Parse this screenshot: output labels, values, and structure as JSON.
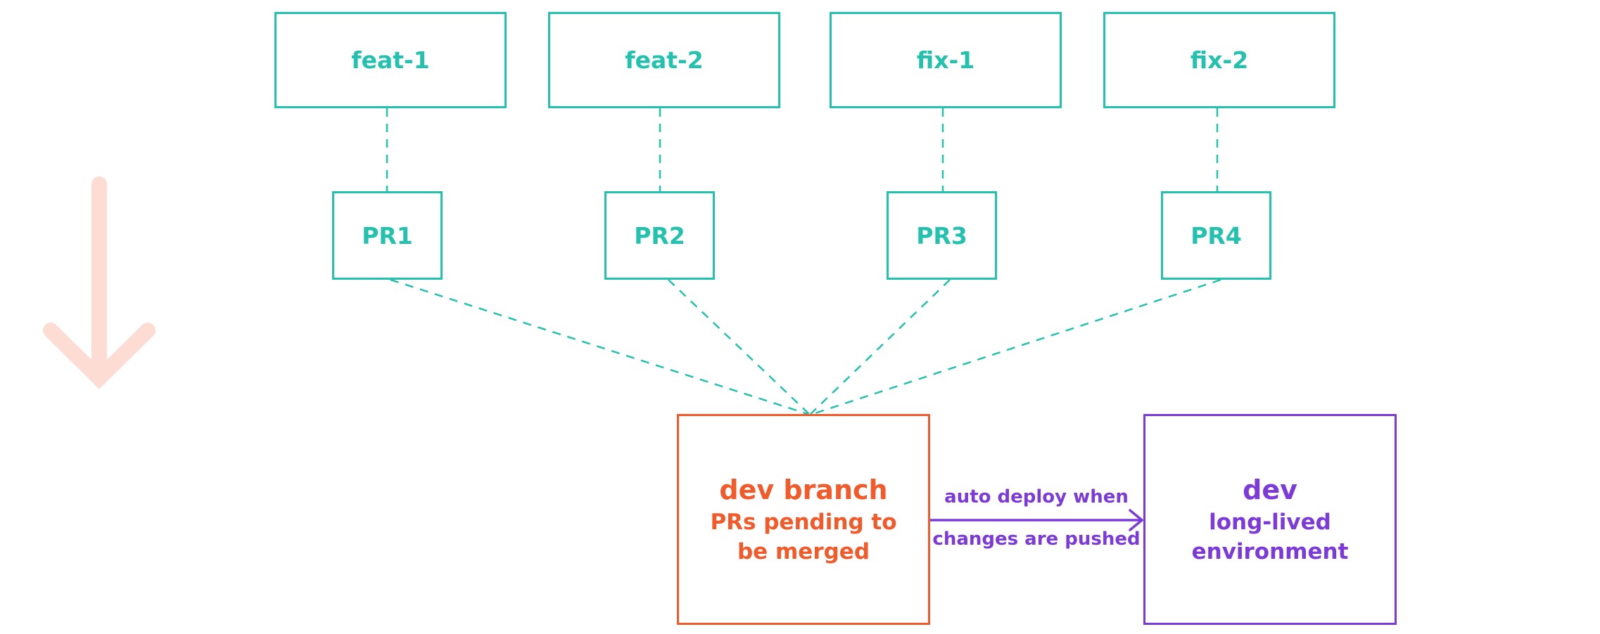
{
  "branches": [
    {
      "label": "feat-1"
    },
    {
      "label": "feat-2"
    },
    {
      "label": "fix-1"
    },
    {
      "label": "fix-2"
    }
  ],
  "pull_requests": [
    {
      "label": "PR1"
    },
    {
      "label": "PR2"
    },
    {
      "label": "PR3"
    },
    {
      "label": "PR4"
    }
  ],
  "dev_branch": {
    "title_bold": "dev",
    "title_rest": " branch",
    "line2": "PRs pending to",
    "line3": "be merged"
  },
  "deploy_arrow": {
    "label_line1": "auto deploy when",
    "label_line2": "changes are pushed"
  },
  "dev_environment": {
    "title": "dev",
    "line2": "long-lived",
    "line3": "environment"
  },
  "colors": {
    "teal": "#22C2AE",
    "orange": "#F25A2A",
    "purple": "#7B3AD9",
    "light_peach": "#FDDDD3"
  },
  "icons": {
    "flow_direction": "down-arrow-icon"
  }
}
